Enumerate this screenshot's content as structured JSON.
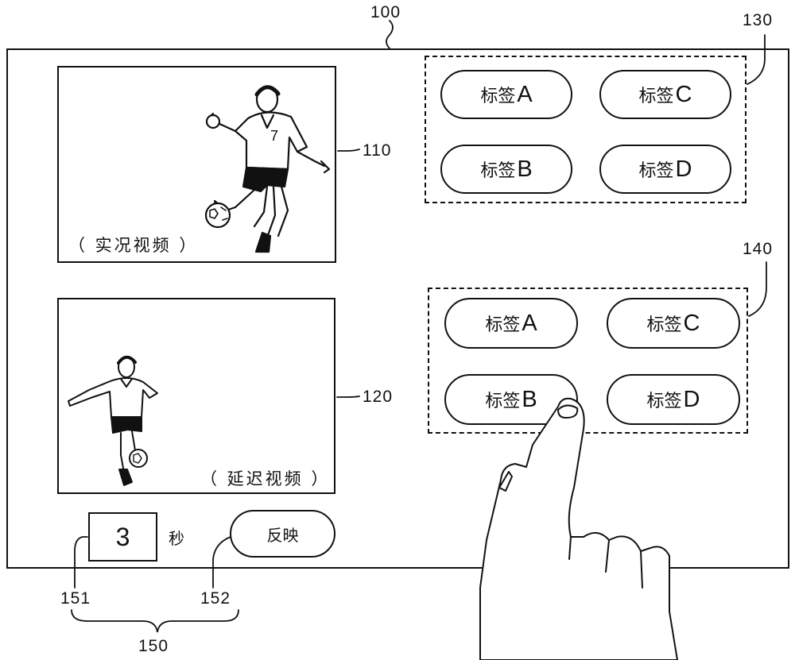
{
  "refs": {
    "device": "100",
    "live_video": "110",
    "delayed_video": "120",
    "tag_group_upper": "130",
    "tag_group_lower": "140",
    "operation_area": "150",
    "seconds_field": "151",
    "reflect_button": "152"
  },
  "live_video": {
    "caption": "（ 实况视频 ）"
  },
  "delayed_video": {
    "caption": "（ 延迟视频 ）"
  },
  "tag_group_upper": {
    "tags": [
      {
        "prefix": "标签",
        "letter": "A"
      },
      {
        "prefix": "标签",
        "letter": "C"
      },
      {
        "prefix": "标签",
        "letter": "B"
      },
      {
        "prefix": "标签",
        "letter": "D"
      }
    ]
  },
  "tag_group_lower": {
    "tags": [
      {
        "prefix": "标签",
        "letter": "A"
      },
      {
        "prefix": "标签",
        "letter": "C"
      },
      {
        "prefix": "标签",
        "letter": "B"
      },
      {
        "prefix": "标签",
        "letter": "D"
      }
    ]
  },
  "controls": {
    "seconds_value": "3",
    "seconds_unit": "秒",
    "reflect_label": "反映"
  }
}
